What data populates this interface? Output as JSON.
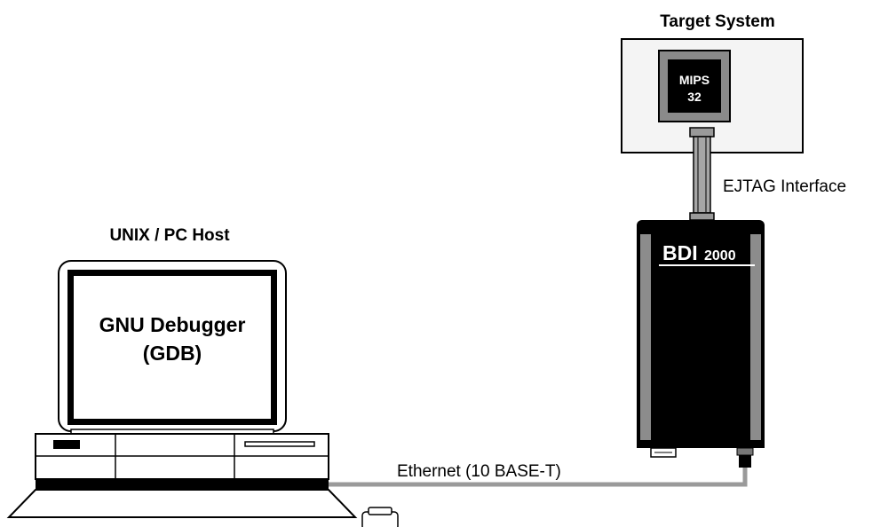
{
  "target": {
    "title": "Target System",
    "chip_line1": "MIPS",
    "chip_line2": "32"
  },
  "interface_label": "EJTAG Interface",
  "bdi": {
    "brand": "BDI",
    "model": "2000"
  },
  "host": {
    "title": "UNIX / PC Host",
    "screen_line1": "GNU Debugger",
    "screen_line2": "(GDB)"
  },
  "link_label": "Ethernet (10 BASE-T)",
  "colors": {
    "line": "#000000",
    "cable": "#9a9a9a",
    "bdi_body": "#000000",
    "bdi_side": "#8c8c8c",
    "target_fill": "#f4f4f4"
  }
}
